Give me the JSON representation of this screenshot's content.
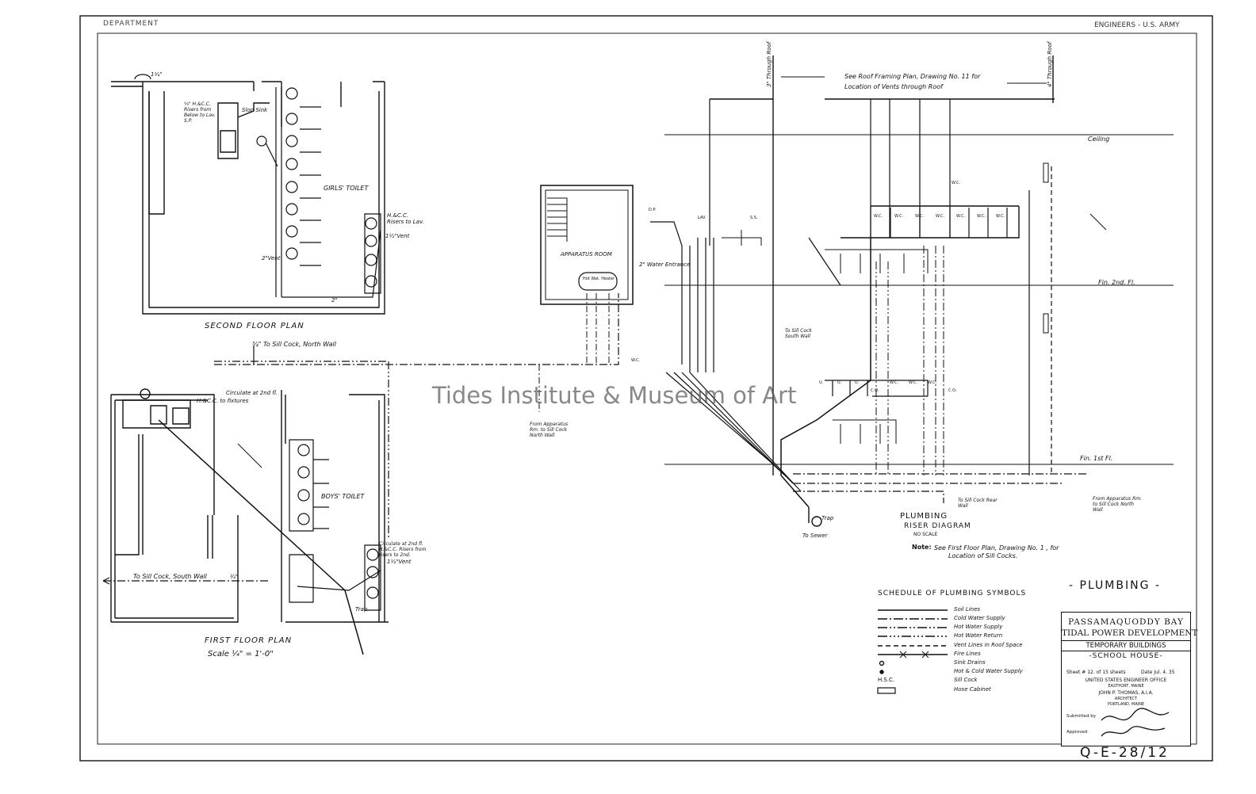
{
  "sheet": {
    "header_left": "DEPARTMENT",
    "header_right": "ENGINEERS - U.S. ARMY",
    "watermark": "Tides Institute & Museum of Art",
    "drawing_number": "Q-E-28/12",
    "main_title": "- PLUMBING -"
  },
  "second_floor": {
    "title": "SECOND FLOOR PLAN",
    "room_label": "GIRLS' TOILET",
    "notes": [
      "H.&C.C. Risers to Lav.",
      "1½\"Vent",
      "2\"",
      "Slop Sink",
      "1¼\"",
      "¾\" H.&C.C. Risers from Below to Lav. S.P.",
      "2\"Vent"
    ]
  },
  "first_floor": {
    "title": "FIRST FLOOR PLAN",
    "scale": "Scale ¼\" = 1'-0\"",
    "room_label": "BOYS' TOILET",
    "notes": [
      "¾\" To Sill Cock, North Wall",
      "To Sill Cock, South Wall",
      "¾\"",
      "Circulate at 2nd fl.",
      "H.&C.C. to fixtures",
      "Circulate at 2nd fl. H.&C.C. Risers from risers to 2nd.",
      "1½\"Vent",
      "Trap",
      "From Apparatus Rm. to Sill Cock North Wall"
    ]
  },
  "apparatus_room": {
    "label": "APPARATUS ROOM",
    "water_entrance": "2\" Water Entrance",
    "heater": "Hot Wat. Heater"
  },
  "riser": {
    "title": "PLUMBING",
    "subtitle": "RISER DIAGRAM",
    "scale": "NO SCALE",
    "note_label": "Note:",
    "note_text": "See First Floor Plan, Drawing No. 1 , for",
    "note_text2": "Location of Sill Cocks.",
    "roof_note": "See Roof Framing Plan, Drawing No. 11 for",
    "roof_note2": "Location of Vents through Roof",
    "ceiling": "Ceiling",
    "fin_2nd": "Fin. 2nd. Fl.",
    "fin_1st": "Fin. 1st Fl.",
    "through_roof_left": "3\" Through Roof",
    "through_roof_right": "4\" Through Roof",
    "to_sewer": "To Sewer",
    "trap": "Trap",
    "sill_cock_south": "To Sill Cock South Wall",
    "sill_cock_rear": "To Sill Cock Rear Wall",
    "sill_cock_north": "From Apparatus Rm. to Sill Cock North Wall",
    "fixtures_upper": [
      "W.C.",
      "W.C.",
      "W.C.",
      "W.C.",
      "W.C.",
      "W.C.",
      "W.C.",
      "W.C."
    ],
    "fixtures_lower": [
      "U.",
      "U.",
      "U.",
      "C.O.",
      "W.C.",
      "W.C.",
      "W.C.",
      "C.O."
    ],
    "left_fixtures": [
      "W.C.",
      "D.P.",
      "LAV.",
      "S.S."
    ]
  },
  "legend": {
    "title": "SCHEDULE OF PLUMBING SYMBOLS",
    "items": [
      {
        "label": "Soil Lines",
        "style": "solid"
      },
      {
        "label": "Cold Water Supply",
        "style": "dash-dot"
      },
      {
        "label": "Hot Water Supply",
        "style": "dash-dot-dot"
      },
      {
        "label": "Hot Water Return",
        "style": "dash-3dot"
      },
      {
        "label": "Vent Lines in Roof Space",
        "style": "dashed"
      },
      {
        "label": "Fire Lines",
        "style": "x"
      },
      {
        "label": "Sink Drains",
        "style": "circle"
      },
      {
        "label": "Hot & Cold Water Supply",
        "style": "dot"
      },
      {
        "label": "Sill Cock",
        "style": "text",
        "symbol": "H.S.C."
      },
      {
        "label": "Hose Cabinet",
        "style": "box"
      }
    ]
  },
  "title_block": {
    "line1": "PASSAMAQUODDY BAY",
    "line2": "TIDAL POWER DEVELOPMENT",
    "line3": "TEMPORARY BUILDINGS",
    "line4": "-SCHOOL HOUSE-",
    "sheet_info": "Sheet # 12. of 15 sheets",
    "date": "Date Jul. 4. 35",
    "office": "UNITED STATES ENGINEER OFFICE",
    "office_loc": "EASTPORT, MAINE",
    "architect": "JOHN P. THOMAS, A.I.A.",
    "architect_title": "ARCHITECT",
    "architect_loc": "PORTLAND, MAINE",
    "submitted": "Submitted by",
    "approved": "Approved"
  }
}
